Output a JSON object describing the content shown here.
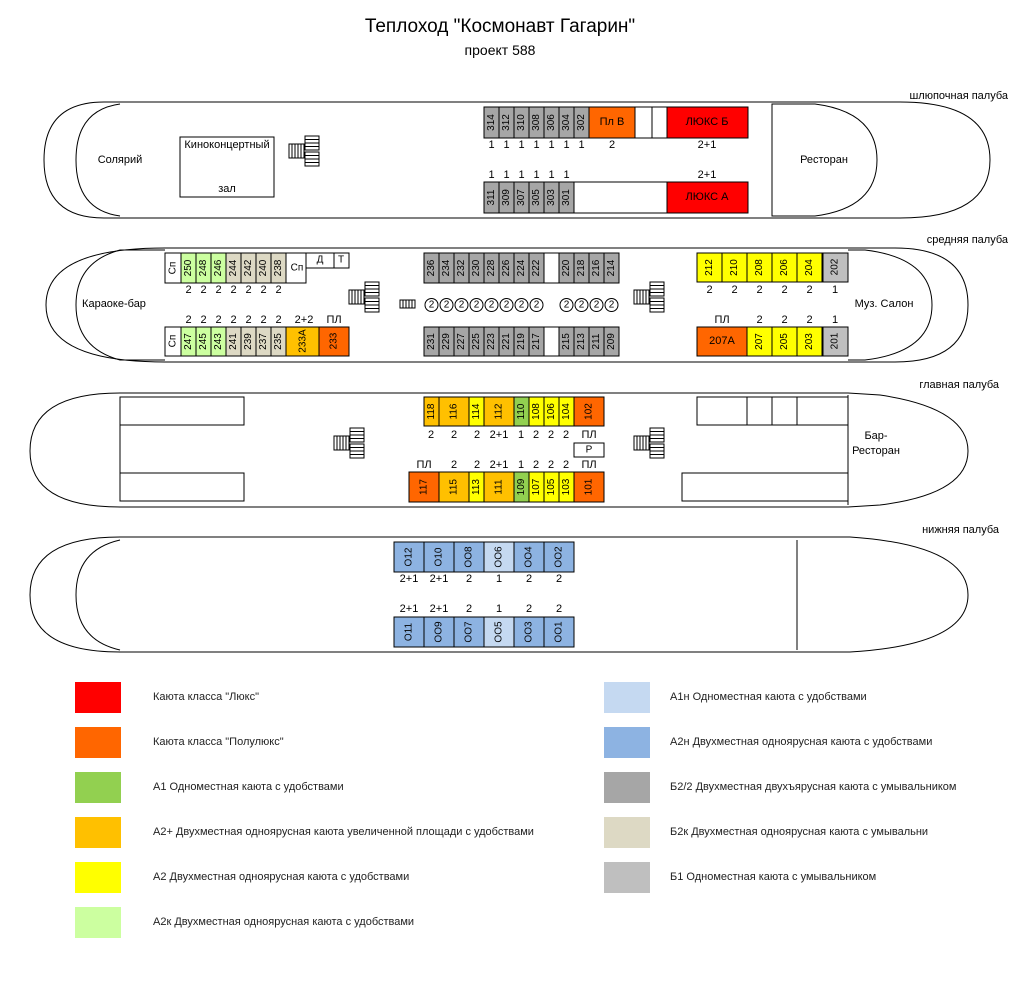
{
  "title": "Теплоход \"Космонавт Гагарин\"",
  "subtitle": "проект 588",
  "colors": {
    "lux": "#ff0000",
    "semilux": "#ff6600",
    "a1": "#92d050",
    "a2plus": "#ffc000",
    "a2": "#ffff00",
    "a2k": "#ccffa0",
    "a1n": "#c5d9f1",
    "a2n": "#8db3e2",
    "b22": "#a6a6a6",
    "b2k": "#ddd9c4",
    "b1": "#bfbfbf",
    "white": "#ffffff"
  },
  "decks": {
    "boat": {
      "name": "шлюпочная палуба",
      "solarium": "Солярий",
      "cinema_line1": "Киноконцертный",
      "cinema_line2": "зал",
      "restaurant": "Ресторан",
      "top_cabins": [
        {
          "label": "314",
          "cls": "b22"
        },
        {
          "label": "312",
          "cls": "b22"
        },
        {
          "label": "310",
          "cls": "b22"
        },
        {
          "label": "308",
          "cls": "b22"
        },
        {
          "label": "306",
          "cls": "b22"
        },
        {
          "label": "304",
          "cls": "b22"
        },
        {
          "label": "302",
          "cls": "b22"
        }
      ],
      "top_semilux": "Пл В",
      "top_lux": "ЛЮКС Б",
      "top_counts": [
        "1",
        "1",
        "1",
        "1",
        "1",
        "1",
        "1",
        "2",
        "2+1"
      ],
      "bottom_cabins": [
        {
          "label": "311",
          "cls": "b22"
        },
        {
          "label": "309",
          "cls": "b22"
        },
        {
          "label": "307",
          "cls": "b22"
        },
        {
          "label": "305",
          "cls": "b22"
        },
        {
          "label": "303",
          "cls": "b22"
        },
        {
          "label": "301",
          "cls": "b22"
        }
      ],
      "bottom_lux": "ЛЮКС А",
      "bottom_counts": [
        "1",
        "1",
        "1",
        "1",
        "1",
        "1",
        "2+1"
      ]
    },
    "middle": {
      "name": "средняя палуба",
      "karaoke": "Караоке-бар",
      "music_salon": "Муз. Салон",
      "sp": "Сп",
      "d": "Д",
      "t": "Т",
      "left_top": [
        {
          "label": "250",
          "cls": "a2k"
        },
        {
          "label": "248",
          "cls": "a2k"
        },
        {
          "label": "246",
          "cls": "a2k"
        },
        {
          "label": "244",
          "cls": "b2k"
        },
        {
          "label": "242",
          "cls": "b2k"
        },
        {
          "label": "240",
          "cls": "b2k"
        },
        {
          "label": "238",
          "cls": "b2k"
        }
      ],
      "left_top_counts": [
        "2",
        "2",
        "2",
        "2",
        "2",
        "2",
        "2"
      ],
      "left_bottom": [
        {
          "label": "247",
          "cls": "a2k"
        },
        {
          "label": "245",
          "cls": "a2k"
        },
        {
          "label": "243",
          "cls": "a2k"
        },
        {
          "label": "241",
          "cls": "b2k"
        },
        {
          "label": "239",
          "cls": "b2k"
        },
        {
          "label": "237",
          "cls": "b2k"
        },
        {
          "label": "235",
          "cls": "b2k"
        },
        {
          "label": "233А",
          "cls": "a2plus"
        },
        {
          "label": "233",
          "cls": "semilux"
        }
      ],
      "left_bottom_counts": [
        "2",
        "2",
        "2",
        "2",
        "2",
        "2",
        "2",
        "2+2",
        "ПЛ"
      ],
      "center_top_a": [
        {
          "label": "236",
          "cls": "b22"
        },
        {
          "label": "234",
          "cls": "b22"
        },
        {
          "label": "232",
          "cls": "b22"
        },
        {
          "label": "230",
          "cls": "b22"
        },
        {
          "label": "228",
          "cls": "b22"
        },
        {
          "label": "226",
          "cls": "b22"
        },
        {
          "label": "224",
          "cls": "b22"
        },
        {
          "label": "222",
          "cls": "b22"
        }
      ],
      "center_top_b": [
        {
          "label": "220",
          "cls": "b22"
        },
        {
          "label": "218",
          "cls": "b22"
        },
        {
          "label": "216",
          "cls": "b22"
        },
        {
          "label": "214",
          "cls": "b22"
        }
      ],
      "center_bottom_a": [
        {
          "label": "231",
          "cls": "b22"
        },
        {
          "label": "229",
          "cls": "b22"
        },
        {
          "label": "227",
          "cls": "b22"
        },
        {
          "label": "225",
          "cls": "b22"
        },
        {
          "label": "223",
          "cls": "b22"
        },
        {
          "label": "221",
          "cls": "b22"
        },
        {
          "label": "219",
          "cls": "b22"
        },
        {
          "label": "217",
          "cls": "b22"
        }
      ],
      "center_bottom_b": [
        {
          "label": "215",
          "cls": "b22"
        },
        {
          "label": "213",
          "cls": "b22"
        },
        {
          "label": "211",
          "cls": "b22"
        },
        {
          "label": "209",
          "cls": "b22"
        }
      ],
      "circle_count": "2",
      "right_top": [
        {
          "label": "212",
          "cls": "a2"
        },
        {
          "label": "210",
          "cls": "a2"
        },
        {
          "label": "208",
          "cls": "a2"
        },
        {
          "label": "206",
          "cls": "a2"
        },
        {
          "label": "204",
          "cls": "a2"
        },
        {
          "label": "202",
          "cls": "b1"
        }
      ],
      "right_top_counts": [
        "2",
        "2",
        "2",
        "2",
        "2",
        "1"
      ],
      "right_bottom_wide": "207А",
      "right_bottom": [
        {
          "label": "207",
          "cls": "a2"
        },
        {
          "label": "205",
          "cls": "a2"
        },
        {
          "label": "203",
          "cls": "a2"
        },
        {
          "label": "201",
          "cls": "b1"
        }
      ],
      "right_bottom_counts": [
        "ПЛ",
        "2",
        "2",
        "2",
        "1"
      ]
    },
    "main": {
      "name": "главная палуба",
      "bar_line1": "Бар-",
      "bar_line2": "Ресторан",
      "p": "Р",
      "top_cabins": [
        {
          "label": "118",
          "cls": "a2plus"
        },
        {
          "label": "116",
          "cls": "a2plus"
        },
        {
          "label": "114",
          "cls": "a2"
        },
        {
          "label": "112",
          "cls": "a2plus"
        },
        {
          "label": "110",
          "cls": "a1"
        },
        {
          "label": "108",
          "cls": "a2"
        },
        {
          "label": "106",
          "cls": "a2"
        },
        {
          "label": "104",
          "cls": "a2"
        },
        {
          "label": "102",
          "cls": "semilux"
        }
      ],
      "top_counts": [
        "2",
        "2",
        "2",
        "2+1",
        "1",
        "2",
        "2",
        "2",
        "ПЛ"
      ],
      "bottom_cabins": [
        {
          "label": "117",
          "cls": "semilux"
        },
        {
          "label": "115",
          "cls": "a2plus"
        },
        {
          "label": "113",
          "cls": "a2"
        },
        {
          "label": "111",
          "cls": "a2plus"
        },
        {
          "label": "109",
          "cls": "a1"
        },
        {
          "label": "107",
          "cls": "a2"
        },
        {
          "label": "105",
          "cls": "a2"
        },
        {
          "label": "103",
          "cls": "a2"
        },
        {
          "label": "101",
          "cls": "semilux"
        }
      ],
      "bottom_counts": [
        "ПЛ",
        "2",
        "2",
        "2+1",
        "1",
        "2",
        "2",
        "2",
        "ПЛ"
      ]
    },
    "lower": {
      "name": "нижняя палуба",
      "top_cabins": [
        {
          "label": "О12",
          "cls": "a2n"
        },
        {
          "label": "О10",
          "cls": "a2n"
        },
        {
          "label": "ОО8",
          "cls": "a2n"
        },
        {
          "label": "ОО6",
          "cls": "a1n"
        },
        {
          "label": "ОО4",
          "cls": "a2n"
        },
        {
          "label": "ОО2",
          "cls": "a2n"
        }
      ],
      "top_counts": [
        "2+1",
        "2+1",
        "2",
        "1",
        "2",
        "2"
      ],
      "bottom_cabins": [
        {
          "label": "О11",
          "cls": "a2n"
        },
        {
          "label": "ОО9",
          "cls": "a2n"
        },
        {
          "label": "ОО7",
          "cls": "a2n"
        },
        {
          "label": "ОО5",
          "cls": "a1n"
        },
        {
          "label": "ОО3",
          "cls": "a2n"
        },
        {
          "label": "ОО1",
          "cls": "a2n"
        }
      ],
      "bottom_counts": [
        "2+1",
        "2+1",
        "2",
        "1",
        "2",
        "2"
      ]
    }
  },
  "legend": [
    {
      "cls": "lux",
      "text": "Каюта класса \"Люкс\""
    },
    {
      "cls": "semilux",
      "text": "Каюта класса \"Полулюкс\""
    },
    {
      "cls": "a1",
      "text": "А1 Одноместная каюта с удобствами"
    },
    {
      "cls": "a2plus",
      "text": "А2+ Двухместная одноярусная каюта увеличенной площади с удобствами"
    },
    {
      "cls": "a2",
      "text": "А2 Двухместная одноярусная каюта с удобствами"
    },
    {
      "cls": "a2k",
      "text": "А2к Двухместная одноярусная каюта с удобствами"
    },
    {
      "cls": "a1n",
      "text": "А1н Одноместная каюта с удобствами"
    },
    {
      "cls": "a2n",
      "text": "А2н Двухместная одноярусная каюта  с удобствами"
    },
    {
      "cls": "b22",
      "text": "Б2/2 Двухместная двухъярусная каюта с умывальником"
    },
    {
      "cls": "b2k",
      "text": "Б2к Двухместная одноярусная каюта с умывальни"
    },
    {
      "cls": "b1",
      "text": "Б1 Одноместная каюта с умывальником"
    }
  ]
}
